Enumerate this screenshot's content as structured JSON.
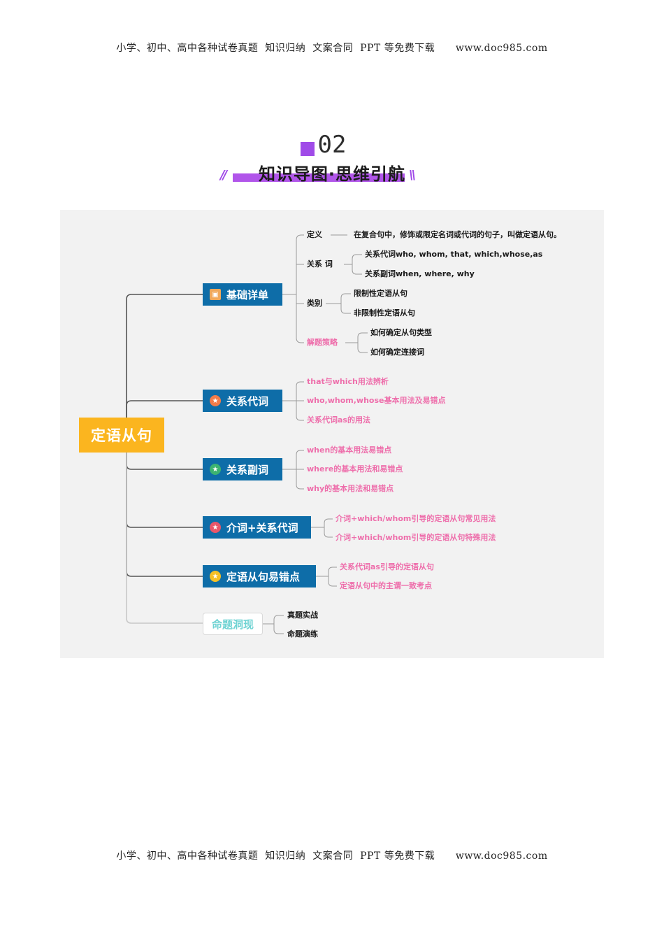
{
  "header": {
    "text": "小学、初中、高中各种试卷真题  知识归纳  文案合同  PPT 等免费下载      www.doc985.com"
  },
  "footer": {
    "text": "小学、初中、高中各种试卷真题  知识归纳  文案合同  PPT 等免费下载      www.doc985.com"
  },
  "section": {
    "number": "02",
    "title": "知识导图·思维引航"
  },
  "mindmap": {
    "root": "定语从句",
    "branches": {
      "basics": "基础详单",
      "rel_pronoun": "关系代词",
      "rel_adverb": "关系副词",
      "prep_rel": "介词+关系代词",
      "errors": "定语从句易错点",
      "exam": "命题洞现"
    },
    "basics": {
      "definition_label": "定义",
      "definition_text": "在复合句中，修饰或限定名词或代词的句子，叫做定语从句。",
      "relword_label": "关系 词",
      "relword_items": [
        "关系代词who, whom, that, which,whose,as",
        "关系副词when, where, why"
      ],
      "category_label": "类别",
      "category_items": [
        "限制性定语从句",
        "非限制性定语从句"
      ],
      "strategy_label": "解题策略",
      "strategy_items": [
        "如何确定从句类型",
        "如何确定连接词"
      ]
    },
    "rel_pronoun_items": [
      "that与which用法辨析",
      "who,whom,whose基本用法及易错点",
      "关系代词as的用法"
    ],
    "rel_adverb_items": [
      "when的基本用法易错点",
      "where的基本用法和易错点",
      "why的基本用法和易错点"
    ],
    "prep_rel_items": [
      "介词+which/whom引导的定语从句常见用法",
      "介词+which/whom引导的定语从句特殊用法"
    ],
    "errors_items": [
      "关系代词as引导的定语从句",
      "定语从句中的主谓一致考点"
    ],
    "exam_items": [
      "真题实战",
      "命题演练"
    ]
  },
  "colors": {
    "root": "#fbb51f",
    "branch": "#0e6da8",
    "pink_text": "#ee6eab",
    "exam_text": "#6fd3d3",
    "accent_purple": "#a04be8"
  }
}
